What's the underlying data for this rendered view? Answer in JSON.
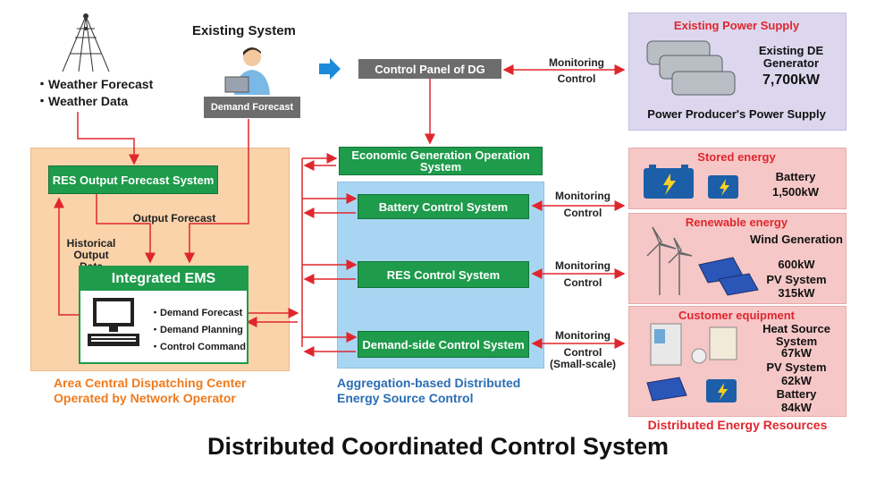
{
  "weather": {
    "items": [
      "・Weather Forecast",
      "・Weather Data"
    ]
  },
  "existing_system": {
    "title": "Existing System",
    "demand_forecast": "Demand Forecast"
  },
  "dg_panel": "Control Panel of DG",
  "monitoring_top": {
    "l1": "Monitoring",
    "l2": "Control"
  },
  "existing_power": {
    "header": "Existing Power Supply",
    "gen_name": "Existing DE Generator",
    "gen_value": "7,700kW",
    "footer": "Power Producer's Power Supply"
  },
  "area_center": {
    "res_forecast": "RES Output Forecast System",
    "output_forecast": "Output Forecast",
    "historical": "Historical Output Data",
    "ems_title": "Integrated EMS",
    "ems_items": [
      "・Demand Forecast",
      "・Demand Planning",
      "・Control Command"
    ],
    "caption_line1": "Area Central Dispatching Center",
    "caption_line2": "Operated by Network Operator"
  },
  "aggregation": {
    "econ": "Economic Generation Operation System",
    "battery_ctrl": "Battery Control System",
    "res_ctrl": "RES Control System",
    "demand_ctrl": "Demand-side Control System",
    "caption_line1": "Aggregation-based Distributed",
    "caption_line2": "Energy Source Control"
  },
  "links": [
    {
      "l1": "Monitoring",
      "l2": "Control"
    },
    {
      "l1": "Monitoring",
      "l2": "Control"
    },
    {
      "l1": "Monitoring",
      "l2": "Control",
      "l3": "(Small-scale)"
    }
  ],
  "stored": {
    "header": "Stored energy",
    "name": "Battery",
    "value": "1,500kW"
  },
  "renewable": {
    "header": "Renewable energy",
    "wind_name": "Wind Generation",
    "wind_value": "600kW",
    "pv_name": "PV System",
    "pv_value": "315kW"
  },
  "customer": {
    "header": "Customer equipment",
    "heat_name": "Heat Source System",
    "heat_value": "67kW",
    "pv_name": "PV System",
    "pv_value": "62kW",
    "bat_name": "Battery",
    "bat_value": "84kW"
  },
  "der_caption": "Distributed Energy Resources",
  "main_title": "Distributed Coordinated Control System",
  "colors": {
    "green": "#1e9b4b",
    "orange_panel": "#fad3ab",
    "blue_panel": "#a8d6f2",
    "pink_panel": "#f6c7c7",
    "lavender_panel": "#dcd7ee",
    "arrow_red": "#e0262d",
    "caption_orange": "#f07a1c",
    "caption_blue": "#2a6db3"
  }
}
